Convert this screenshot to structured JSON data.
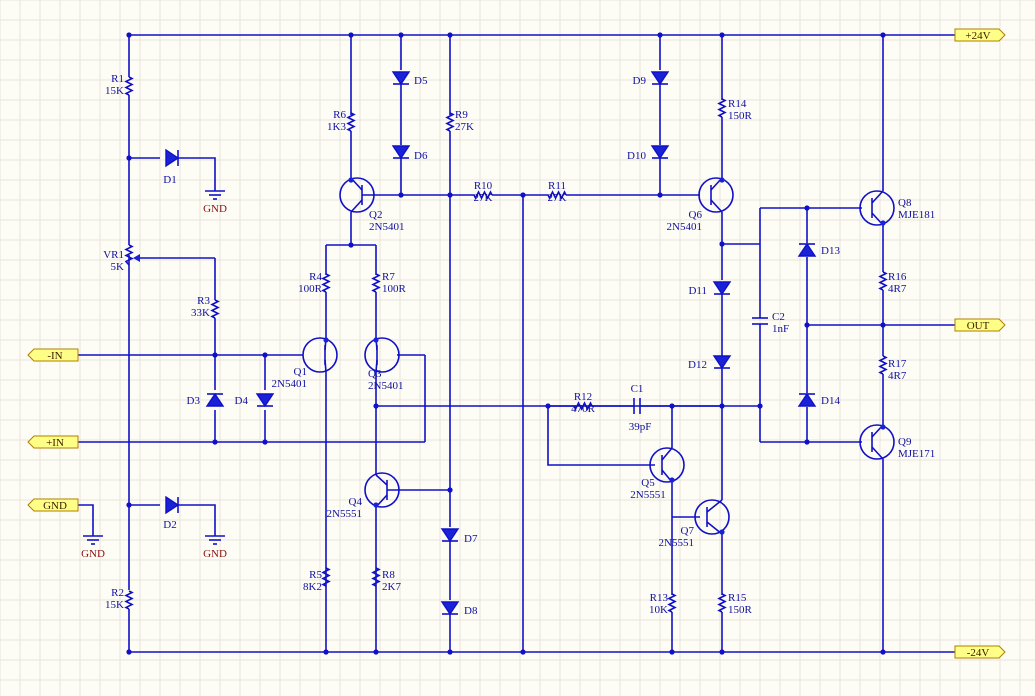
{
  "ports": {
    "vplus": "+24V",
    "vminus": "-24V",
    "out": "OUT",
    "inn": "-IN",
    "inp": "+IN",
    "gnd": "GND"
  },
  "gnd_symbol": "GND",
  "components": {
    "R1": {
      "ref": "R1",
      "value": "15K"
    },
    "R2": {
      "ref": "R2",
      "value": "15K"
    },
    "R3": {
      "ref": "R3",
      "value": "33K"
    },
    "R4": {
      "ref": "R4",
      "value": "100R"
    },
    "R5": {
      "ref": "R5",
      "value": "8K2"
    },
    "R6": {
      "ref": "R6",
      "value": "1K3"
    },
    "R7": {
      "ref": "R7",
      "value": "100R"
    },
    "R8": {
      "ref": "R8",
      "value": "2K7"
    },
    "R9": {
      "ref": "R9",
      "value": "27K"
    },
    "R10": {
      "ref": "R10",
      "value": "27K"
    },
    "R11": {
      "ref": "R11",
      "value": "27K"
    },
    "R12": {
      "ref": "R12",
      "value": "470R"
    },
    "R13": {
      "ref": "R13",
      "value": "10K"
    },
    "R14": {
      "ref": "R14",
      "value": "150R"
    },
    "R15": {
      "ref": "R15",
      "value": "150R"
    },
    "R16": {
      "ref": "R16",
      "value": "4R7"
    },
    "R17": {
      "ref": "R17",
      "value": "4R7"
    },
    "VR1": {
      "ref": "VR1",
      "value": "5K"
    },
    "C1": {
      "ref": "C1",
      "value": "39pF"
    },
    "C2": {
      "ref": "C2",
      "value": "1nF"
    },
    "Q1": {
      "ref": "Q1",
      "value": "2N5401"
    },
    "Q2": {
      "ref": "Q2",
      "value": "2N5401"
    },
    "Q3": {
      "ref": "Q3",
      "value": "2N5401"
    },
    "Q4": {
      "ref": "Q4",
      "value": "2N5551"
    },
    "Q5": {
      "ref": "Q5",
      "value": "2N5551"
    },
    "Q6": {
      "ref": "Q6",
      "value": "2N5401"
    },
    "Q7": {
      "ref": "Q7",
      "value": "2N5551"
    },
    "Q8": {
      "ref": "Q8",
      "value": "MJE181"
    },
    "Q9": {
      "ref": "Q9",
      "value": "MJE171"
    },
    "D1": {
      "ref": "D1"
    },
    "D2": {
      "ref": "D2"
    },
    "D3": {
      "ref": "D3"
    },
    "D4": {
      "ref": "D4"
    },
    "D5": {
      "ref": "D5"
    },
    "D6": {
      "ref": "D6"
    },
    "D7": {
      "ref": "D7"
    },
    "D8": {
      "ref": "D8"
    },
    "D9": {
      "ref": "D9"
    },
    "D10": {
      "ref": "D10"
    },
    "D11": {
      "ref": "D11"
    },
    "D12": {
      "ref": "D12"
    },
    "D13": {
      "ref": "D13"
    },
    "D14": {
      "ref": "D14"
    }
  }
}
